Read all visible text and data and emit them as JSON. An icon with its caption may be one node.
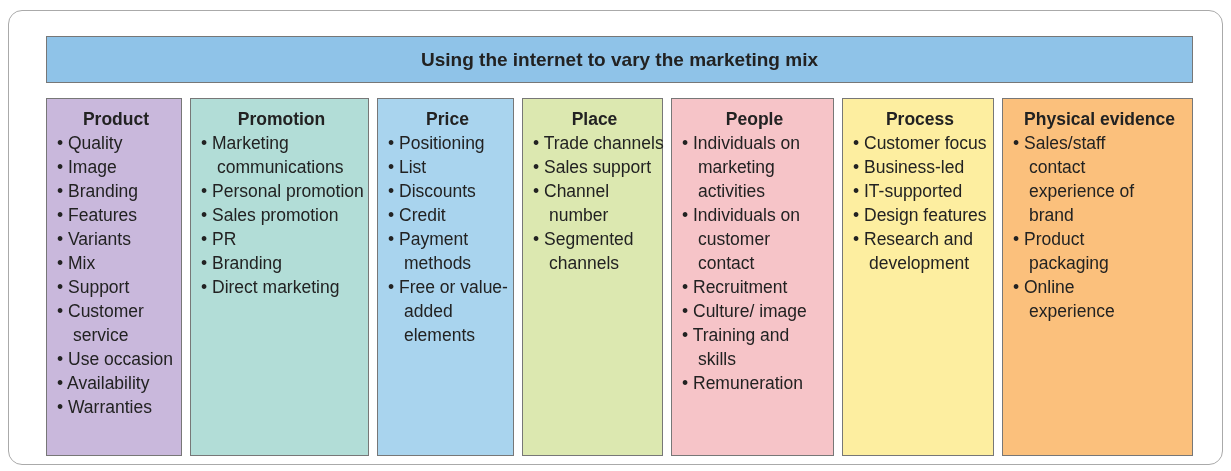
{
  "diagram": {
    "nodes": [
      {
        "text": [
          "Using the internet to vary the marketing mix"
        ]
      },
      {
        "text": [
          "Product",
          "• Quality",
          "• Image",
          "• Branding",
          "• Features",
          "• Variants",
          "• Mix",
          "• Support",
          "• Customer service",
          "• Use occasion",
          "• Availability",
          "• Warranties"
        ]
      },
      {
        "text": [
          "Promotion",
          "• Marketing communications",
          "• Personal promotion",
          "• Sales promotion",
          "• PR",
          "• Branding",
          "• Direct marketing"
        ]
      },
      {
        "text": [
          "Price",
          "• Positioning",
          "• List",
          "• Discounts",
          "• Credit",
          "• Payment methods",
          "• Free or value-added elements"
        ]
      },
      {
        "text": [
          "Place",
          "• Trade channels",
          "• Sales support",
          "• Channel number",
          "• Segmented channels"
        ]
      },
      {
        "text": [
          "People",
          "• Individuals on marketing activities",
          "• Individuals on customer contact",
          "• Recruitment",
          "• Culture/ image",
          "• Training and skills",
          "• Remuneration"
        ]
      },
      {
        "text": [
          "Process",
          "• Customer focus",
          "• Business-led",
          "• IT-supported",
          "• Design features",
          "• Research and development"
        ]
      },
      {
        "text": [
          "Physical evidence",
          "• Sales/staff contact experience of brand",
          "• Product packaging",
          "• Online experience"
        ]
      }
    ],
    "edges": []
  }
}
